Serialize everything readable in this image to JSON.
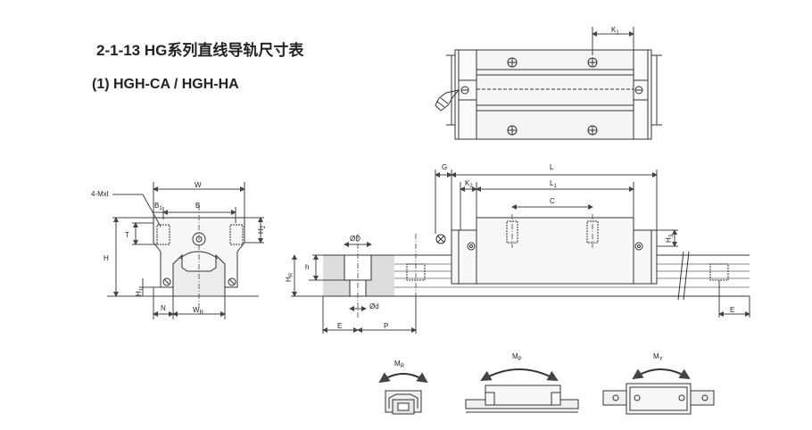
{
  "header": {
    "title": "2-1-13 HG系列直线导轨尺寸表",
    "subtitle": "(1) HGH-CA / HGH-HA"
  },
  "top_view": {
    "k1": "K",
    "k1_sub": "1"
  },
  "end_view": {
    "screw": "4-Mxl",
    "W": "W",
    "B1": "B",
    "B1_sub": "1",
    "B": "B",
    "T": "T",
    "H2": "H",
    "H2_sub": "2",
    "H": "H",
    "H1": "H",
    "H1_sub": "1",
    "N": "N",
    "WR": "W",
    "WR_sub": "R"
  },
  "side_view": {
    "G": "G",
    "L": "L",
    "K2": "K",
    "K2_sub": "2",
    "L1": "L",
    "L1_sub": "1",
    "C": "C",
    "H3": "H",
    "H3_sub": "3",
    "OD": "ØD",
    "h": "h",
    "HR": "H",
    "HR_sub": "R",
    "od": "Ød",
    "E_left": "E",
    "P": "P",
    "E_right": "E"
  },
  "moments": {
    "MR": "M",
    "MR_sub": "R",
    "MP": "M",
    "MP_sub": "P",
    "MY": "M",
    "MY_sub": "Y"
  },
  "colors": {
    "line": "#333333",
    "dim": "#444444",
    "gray_fill": "#d9d9d9",
    "block_fill": "#f3f3f3"
  }
}
